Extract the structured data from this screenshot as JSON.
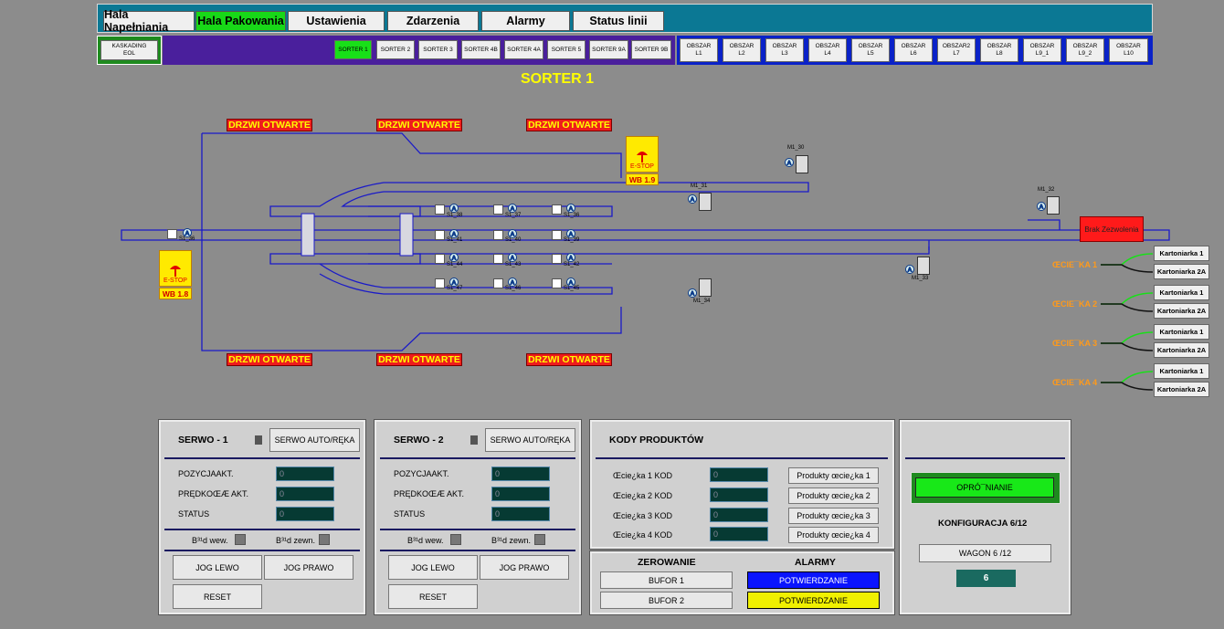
{
  "nav": {
    "tabs": [
      "Hala Napełniania",
      "Hala Pakowania",
      "Ustawienia",
      "Zdarzenia",
      "Alarmy",
      "Status linii"
    ],
    "active": "Hala Pakowania"
  },
  "subnav": {
    "kaskading": "KASKADING\nEOL",
    "sorters": [
      "SORTER 1",
      "SORTER 2",
      "SORTER 3",
      "SORTER 4B",
      "SORTER 4A",
      "SORTER 5",
      "SORTER 9A",
      "SORTER 9B"
    ],
    "active_sorter": "SORTER 1",
    "obszary": [
      "OBSZAR\nL1",
      "OBSZAR\nL2",
      "OBSZAR\nL3",
      "OBSZAR\nL4",
      "OBSZAR\nL5",
      "OBSZAR\nL6",
      "OBSZAR2\nL7",
      "OBSZAR\nL8",
      "OBSZAR\nL9_1",
      "OBSZAR\nL9_2",
      "OBSZAR\nL10"
    ]
  },
  "page_title": "SORTER 1",
  "doors": [
    "DRZWI OTWARTE",
    "DRZWI OTWARTE",
    "DRZWI OTWARTE",
    "DRZWI OTWARTE",
    "DRZWI OTWARTE",
    "DRZWI OTWARTE"
  ],
  "estops": [
    {
      "label": "E-STOP",
      "wb": "WB 1.9"
    },
    {
      "label": "E-STOP",
      "wb": "WB 1.8"
    }
  ],
  "motors": [
    "M1_30",
    "M1_31",
    "M1_32",
    "M1_33",
    "M1_34"
  ],
  "sensors": [
    "S1_36",
    "S1_38",
    "S1_37",
    "S1_36",
    "S1_41",
    "S1_40",
    "S1_39",
    "S1_44",
    "S1_43",
    "S1_42",
    "S1_47",
    "S1_46",
    "S1_45"
  ],
  "auto_marker": "A",
  "brak": "Brak Zezwolenia",
  "lanes": [
    "ŒCIE¯KA 1",
    "ŒCIE¯KA 2",
    "ŒCIE¯KA 3",
    "ŒCIE¯KA 4"
  ],
  "kartoniarki": [
    "Kartoniarka 1",
    "Kartoniarka 2A"
  ],
  "serwo1": {
    "title": "SERWO - 1",
    "mode_button": "SERWO AUTO/RĘKA",
    "labels": [
      "POZYCJAAKT.",
      "PRĘDKOŒÆ AKT.",
      "STATUS"
    ],
    "values": [
      "0",
      "0",
      "0"
    ],
    "err_int": "B³¹d wew.",
    "err_ext": "B³¹d zewn.",
    "jog_left": "JOG LEWO",
    "jog_right": "JOG PRAWO",
    "reset": "RESET"
  },
  "serwo2": {
    "title": "SERWO - 2",
    "mode_button": "SERWO AUTO/RĘKA",
    "labels": [
      "POZYCJAAKT.",
      "PRĘDKOŒÆ AKT.",
      "STATUS"
    ],
    "values": [
      "0",
      "0",
      "0"
    ],
    "err_int": "B³¹d wew.",
    "err_ext": "B³¹d zewn.",
    "jog_left": "JOG LEWO",
    "jog_right": "JOG PRAWO",
    "reset": "RESET"
  },
  "kody": {
    "title": "KODY PRODUKTÓW",
    "labels": [
      "Œcie¿ka 1 KOD",
      "Œcie¿ka 2 KOD",
      "Œcie¿ka  3 KOD",
      "Œcie¿ka  4 KOD"
    ],
    "values": [
      "0",
      "0",
      "0",
      "0"
    ],
    "buttons": [
      "Produkty œcie¿ka 1",
      "Produkty œcie¿ka 2",
      "Produkty œcie¿ka 3",
      "Produkty œcie¿ka 4"
    ]
  },
  "zerowanie": {
    "title": "ZEROWANIE",
    "buttons": [
      "BUFOR 1",
      "BUFOR 2"
    ]
  },
  "alarmy": {
    "title": "ALARMY",
    "buttons": [
      "POTWIERDZANIE",
      "POTWIERDZANIE"
    ]
  },
  "right_panel": {
    "oproz": "OPRÓ¯NIANIE",
    "konfig": "KONFIGURACJA 6/12",
    "wagon": "WAGON 6 /12",
    "value": "6"
  },
  "colors": {
    "nav_active": "#18d818",
    "door": "#ee1c1c",
    "line": "#1a1ac8",
    "alarm_blue": "#0a14ff",
    "alarm_yellow": "#f0f000"
  }
}
